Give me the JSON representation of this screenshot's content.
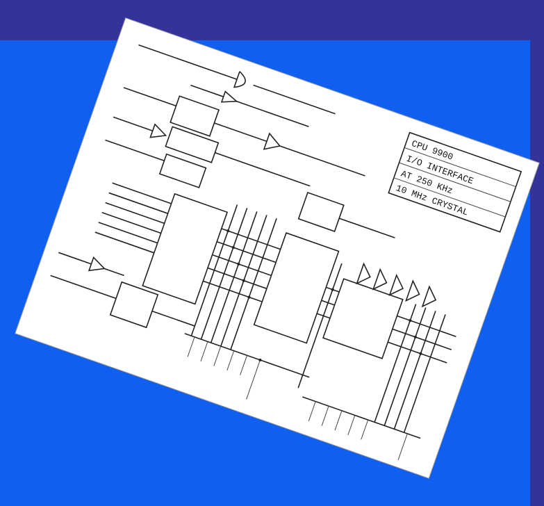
{
  "slide": {
    "background_color": "#333399",
    "panel_color": "#0F60F0"
  },
  "diagram": {
    "title_block": [
      "CPU 9900",
      "I/O INTERFACE",
      "AT 250 KHz",
      "10 MHz CRYSTAL"
    ]
  }
}
